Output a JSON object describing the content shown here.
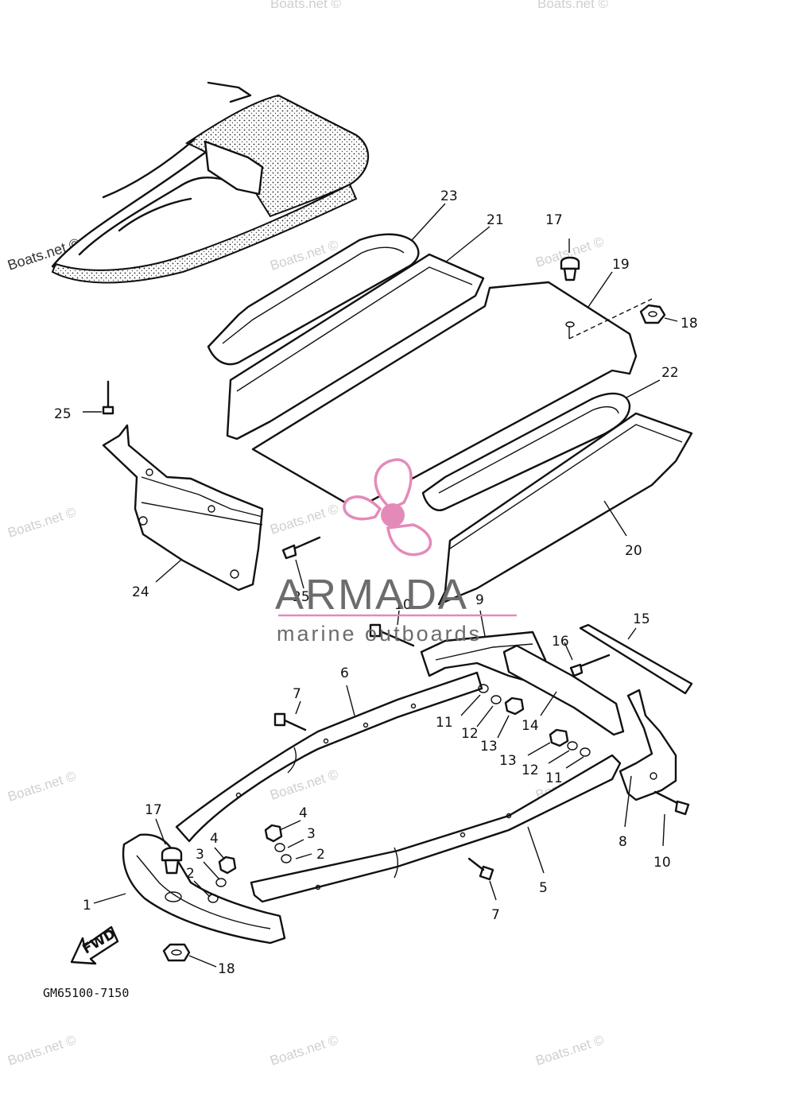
{
  "diagram": {
    "callouts": [
      {
        "id": "callout-23",
        "text": "23"
      },
      {
        "id": "callout-21",
        "text": "21"
      },
      {
        "id": "callout-17-top",
        "text": "17"
      },
      {
        "id": "callout-19",
        "text": "19"
      },
      {
        "id": "callout-18-top",
        "text": "18"
      },
      {
        "id": "callout-22",
        "text": "22"
      },
      {
        "id": "callout-25-top",
        "text": "25"
      },
      {
        "id": "callout-20",
        "text": "20"
      },
      {
        "id": "callout-24",
        "text": "24"
      },
      {
        "id": "callout-25-mid",
        "text": "25"
      },
      {
        "id": "callout-10-top",
        "text": "10"
      },
      {
        "id": "callout-9",
        "text": "9"
      },
      {
        "id": "callout-15",
        "text": "15"
      },
      {
        "id": "callout-16",
        "text": "16"
      },
      {
        "id": "callout-6",
        "text": "6"
      },
      {
        "id": "callout-7-top",
        "text": "7"
      },
      {
        "id": "callout-11-left",
        "text": "11"
      },
      {
        "id": "callout-12-left",
        "text": "12"
      },
      {
        "id": "callout-13-left",
        "text": "13"
      },
      {
        "id": "callout-14",
        "text": "14"
      },
      {
        "id": "callout-13-right",
        "text": "13"
      },
      {
        "id": "callout-12-right",
        "text": "12"
      },
      {
        "id": "callout-11-right",
        "text": "11"
      },
      {
        "id": "callout-17-bottom",
        "text": "17"
      },
      {
        "id": "callout-4-right",
        "text": "4"
      },
      {
        "id": "callout-3-right",
        "text": "3"
      },
      {
        "id": "callout-2-right",
        "text": "2"
      },
      {
        "id": "callout-4-left",
        "text": "4"
      },
      {
        "id": "callout-3-left",
        "text": "3"
      },
      {
        "id": "callout-2-left",
        "text": "2"
      },
      {
        "id": "callout-1",
        "text": "1"
      },
      {
        "id": "callout-8",
        "text": "8"
      },
      {
        "id": "callout-10-bottom",
        "text": "10"
      },
      {
        "id": "callout-5",
        "text": "5"
      },
      {
        "id": "callout-7-bottom",
        "text": "7"
      },
      {
        "id": "callout-18-bottom",
        "text": "18"
      }
    ],
    "fwd_label": "FWD",
    "drawing_code": "GM65100-7150"
  },
  "watermarks": {
    "text": "Boats.net ©"
  },
  "logo": {
    "title": "ARMADA",
    "subtitle": "marine outboards",
    "color": "#e48ab9"
  }
}
